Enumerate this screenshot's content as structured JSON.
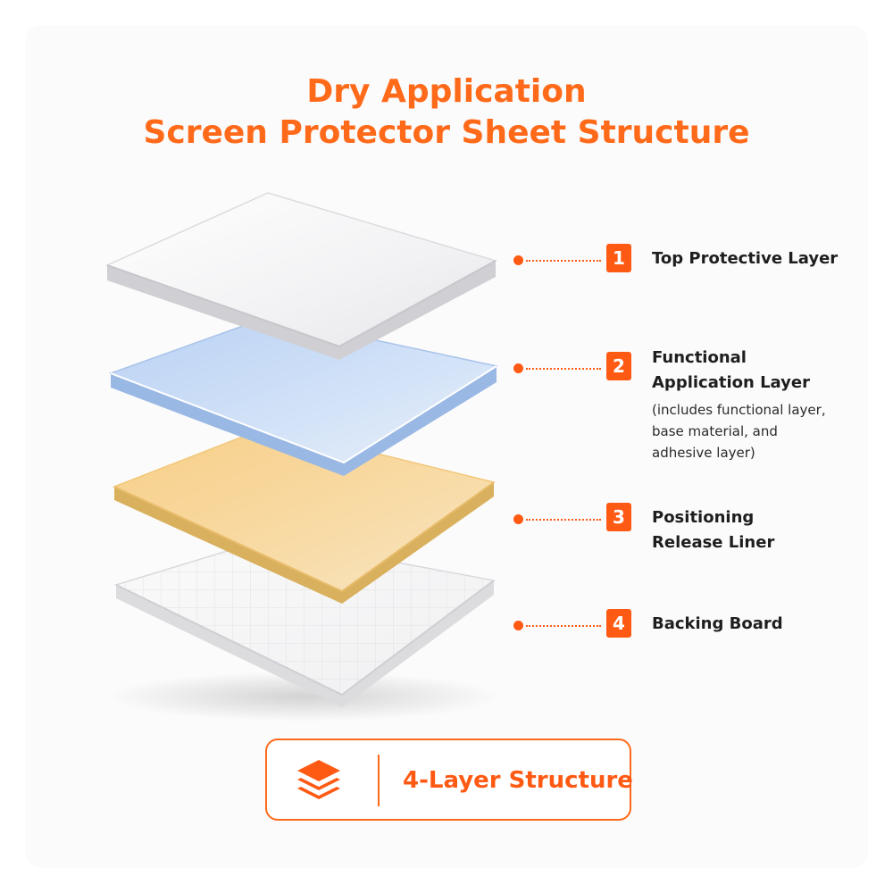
{
  "title": {
    "line1": "Dry Application",
    "line2": "Screen Protector Sheet Structure"
  },
  "layers": [
    {
      "number": "1",
      "title_lines": [
        "Top Protective Layer"
      ],
      "note_lines": [],
      "color": "#f4f4f6"
    },
    {
      "number": "2",
      "title_lines": [
        "Functional",
        "Application Layer"
      ],
      "note_lines": [
        "(includes functional layer,",
        "base material, and",
        "adhesive layer)"
      ],
      "color": "#c8dcf6"
    },
    {
      "number": "3",
      "title_lines": [
        "Positioning",
        "Release Liner"
      ],
      "note_lines": [],
      "color": "#f6d394"
    },
    {
      "number": "4",
      "title_lines": [
        "Backing Board"
      ],
      "note_lines": [],
      "color": "#f7f7f7"
    }
  ],
  "badge": {
    "icon": "stacked-layers-icon",
    "label": "4-Layer Structure"
  },
  "colors": {
    "accent": "#ff6a1a",
    "text": "#1e1e1e"
  }
}
